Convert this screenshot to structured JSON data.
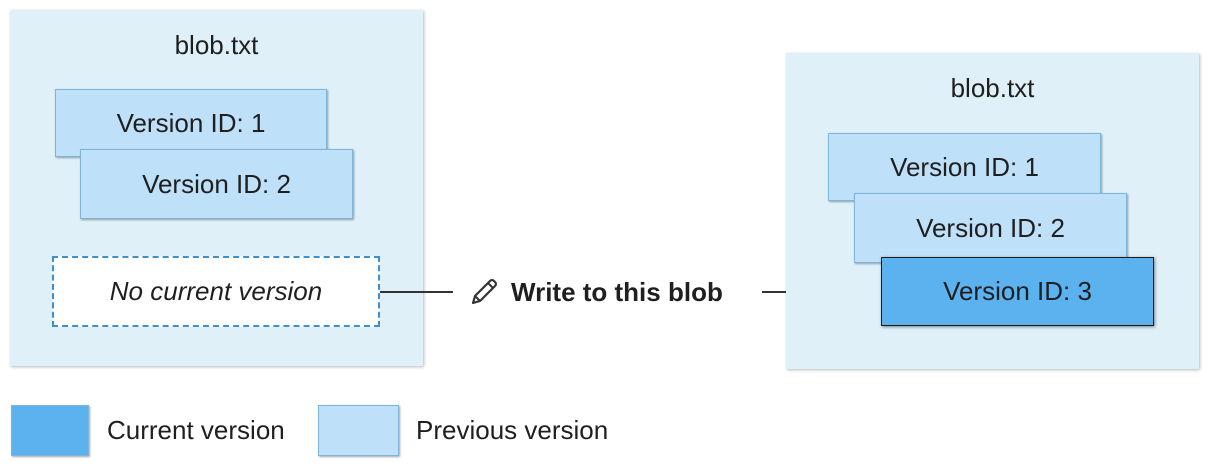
{
  "before": {
    "title": "blob.txt",
    "versions": [
      "Version ID: 1",
      "Version ID: 2"
    ],
    "current_placeholder": "No current version"
  },
  "action": {
    "label": "Write to this blob",
    "icon": "pencil-icon"
  },
  "after": {
    "title": "blob.txt",
    "versions": [
      "Version ID: 1",
      "Version ID: 2",
      "Version ID: 3"
    ]
  },
  "legend": {
    "current": "Current version",
    "previous": "Previous version"
  },
  "colors": {
    "current": "#5cb1ef",
    "previous": "#bfe0f9",
    "panel": "#dff0f8"
  }
}
